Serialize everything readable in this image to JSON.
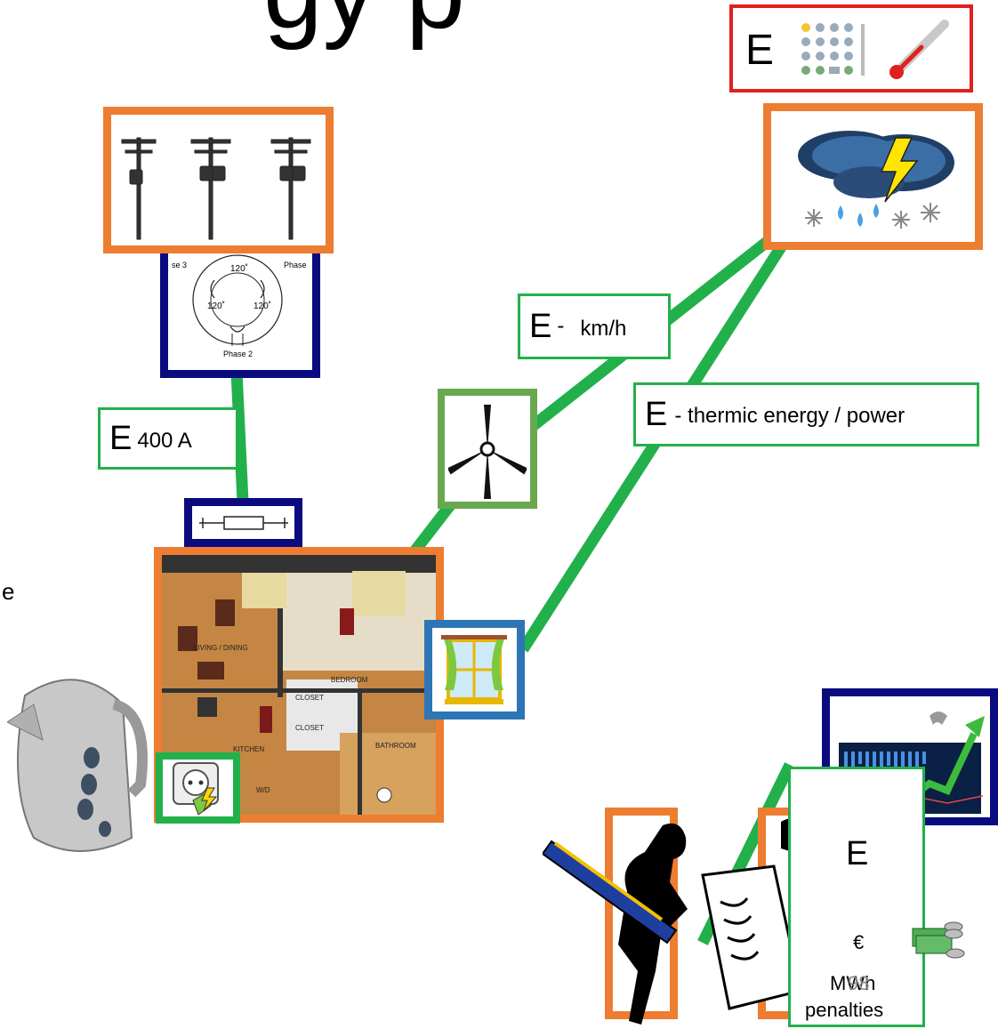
{
  "title_fragment": "gy p",
  "left_edge_letter": "e",
  "weather_info": {
    "prefix": "E"
  },
  "current_label": {
    "prefix": "E",
    "value": "400 A"
  },
  "wind_label": {
    "prefix": "E",
    "dash": "-",
    "unit": "km/h"
  },
  "thermic_label": {
    "prefix": "E",
    "text": "- thermic energy / power"
  },
  "market_label": {
    "prefix": "E",
    "currency": "€",
    "unit": "MWh",
    "penalties": "penalties"
  },
  "page_number": "98",
  "floorplan": {
    "living_dining": "LIVING / DINING",
    "bedroom": "BEDROOM",
    "closet_1": "CLOSET",
    "closet_2": "CLOSET",
    "kitchen": "KITCHEN",
    "bathroom": "BATHROOM",
    "wd": "W/D"
  },
  "phase_diagram": {
    "phase3": "se 3",
    "phase1": "Phase",
    "phase2": "Phase 2",
    "angle_top": "120˚",
    "angle_left": "120˚",
    "angle_right": "120˚"
  },
  "colors": {
    "orange": "#ED7D31",
    "navy": "#0B0B80",
    "green_line": "#22B04B",
    "olive_green": "#6AA84F",
    "red": "#E0201E",
    "blue": "#2E75B6"
  }
}
